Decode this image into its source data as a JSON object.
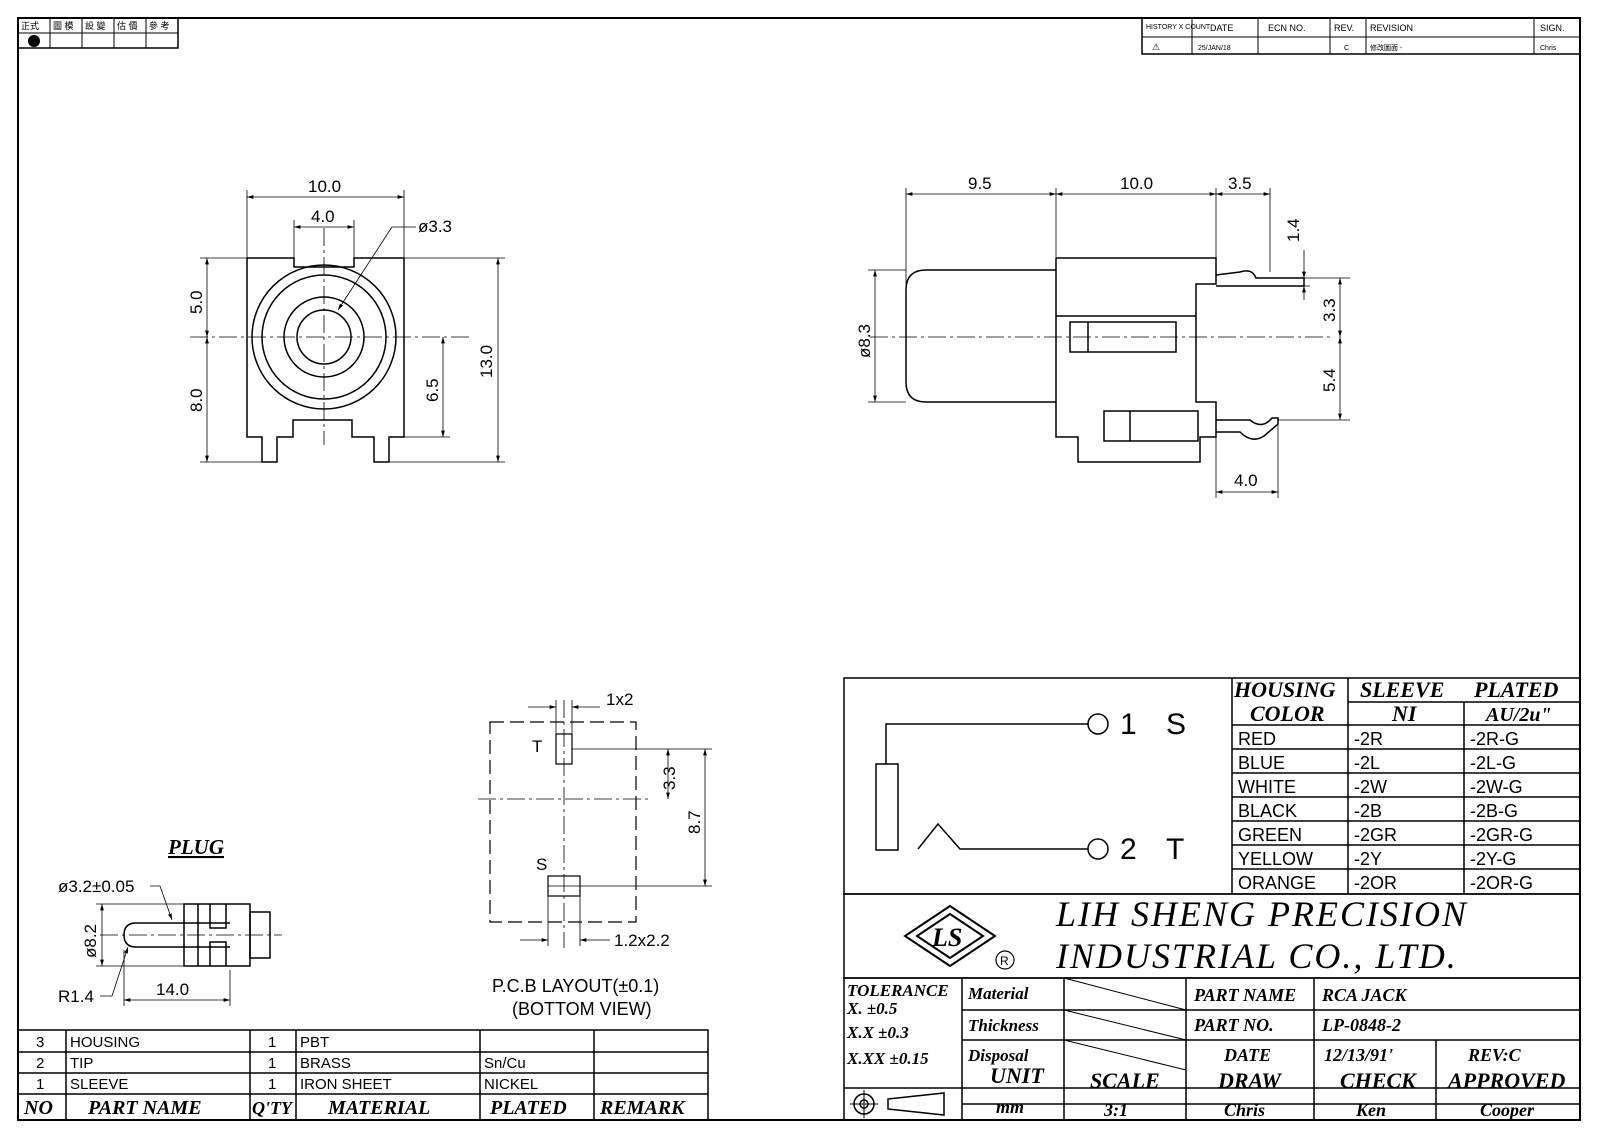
{
  "stamp_box": [
    "正式",
    "圖 模",
    "設 變",
    "估 價",
    "參 考"
  ],
  "history": {
    "headers": [
      "HISTORY X COUNT",
      "DATE",
      "ECN NO.",
      "REV.",
      "REVISION",
      "SIGN."
    ],
    "row": {
      "count": "⚠",
      "date": "25/JAN/18",
      "ecn": "",
      "rev": "C",
      "revision": "修改圖面 -",
      "sign": "Chris"
    }
  },
  "front_view": {
    "d_width": "10.0",
    "d_inner": "4.0",
    "d_hole": "ø3.3",
    "d_top": "5.0",
    "d_bottom": "8.0",
    "d_height": "13.0",
    "d_pin": "6.5"
  },
  "side_view": {
    "d_front": "9.5",
    "d_body": "10.0",
    "d_back": "3.5",
    "d_diam": "ø8.3",
    "d_14": "1.4",
    "d_33": "3.3",
    "d_54": "5.4",
    "d_40": "4.0"
  },
  "plug": {
    "title": "PLUG",
    "d_tip": "ø3.2±0.05",
    "d_diam": "ø8.2",
    "d_radius": "R1.4",
    "d_length": "14.0"
  },
  "pcb": {
    "t_label": "T",
    "s_label": "S",
    "d_pad_t": "1x2",
    "d_pad_s": "1.2x2.2",
    "d_33": "3.3",
    "d_87": "8.7",
    "caption": "P.C.B LAYOUT(±0.1)",
    "subcaption": "(BOTTOM VIEW)"
  },
  "schematic": {
    "pin1": "1",
    "pin1_label": "S",
    "pin2": "2",
    "pin2_label": "T"
  },
  "color_table": {
    "h_housing": "HOUSING",
    "h_color": "COLOR",
    "h_sleeve": "SLEEVE",
    "h_plated": "PLATED",
    "h_ni": "NI",
    "h_au": "AU/2u\"",
    "rows": [
      {
        "color": "RED",
        "ni": "-2R",
        "au": "-2R-G"
      },
      {
        "color": "BLUE",
        "ni": "-2L",
        "au": "-2L-G"
      },
      {
        "color": "WHITE",
        "ni": "-2W",
        "au": "-2W-G"
      },
      {
        "color": "BLACK",
        "ni": "-2B",
        "au": "-2B-G"
      },
      {
        "color": "GREEN",
        "ni": "-2GR",
        "au": "-2GR-G"
      },
      {
        "color": "YELLOW",
        "ni": "-2Y",
        "au": "-2Y-G"
      },
      {
        "color": "ORANGE",
        "ni": "-2OR",
        "au": "-2OR-G"
      }
    ]
  },
  "company": {
    "line1": "LIH SHENG PRECISION",
    "line2": "INDUSTRIAL CO., LTD."
  },
  "title_block": {
    "tolerance": "TOLERANCE",
    "tol_x": "X.    ±0.5",
    "tol_xx": "X.X   ±0.3",
    "tol_xxx": "X.XX  ±0.15",
    "material": "Material",
    "thickness": "Thickness",
    "disposal": "Disposal",
    "part_name_label": "PART NAME",
    "part_name": "RCA JACK",
    "part_no_label": "PART NO.",
    "part_no": "LP-0848-2",
    "date_label": "DATE",
    "date": "12/13/91'",
    "rev": "REV:C",
    "unit_label": "UNIT",
    "unit": "mm",
    "scale_label": "SCALE",
    "scale": "3:1",
    "draw_label": "DRAW",
    "draw": "Chris",
    "check_label": "CHECK",
    "check": "Ken",
    "approved_label": "APPROVED",
    "approved": "Cooper"
  },
  "bom": {
    "headers": [
      "NO",
      "PART NAME",
      "Q'TY",
      "MATERIAL",
      "PLATED",
      "REMARK"
    ],
    "rows": [
      {
        "no": "3",
        "name": "HOUSING",
        "qty": "1",
        "material": "PBT",
        "plated": "",
        "remark": ""
      },
      {
        "no": "2",
        "name": "TIP",
        "qty": "1",
        "material": "BRASS",
        "plated": "Sn/Cu",
        "remark": ""
      },
      {
        "no": "1",
        "name": "SLEEVE",
        "qty": "1",
        "material": "IRON SHEET",
        "plated": "NICKEL",
        "remark": ""
      }
    ]
  }
}
